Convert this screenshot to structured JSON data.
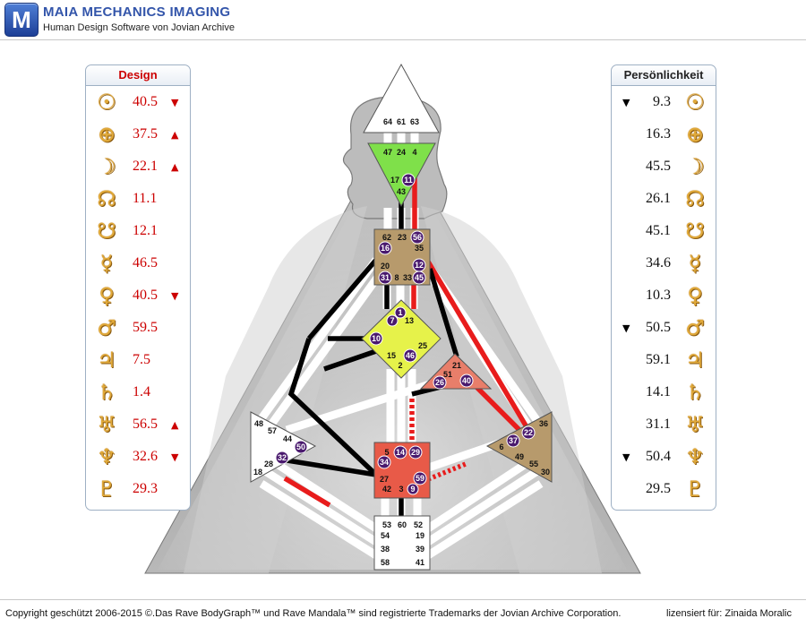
{
  "header": {
    "logo_letter": "M",
    "title": "MAIA MECHANICS IMAGING",
    "subtitle": "Human Design Software von Jovian Archive"
  },
  "design_panel": {
    "title": "Design",
    "rows": [
      {
        "icon": "sun-icon",
        "glyph": "☉",
        "value": "40.5",
        "arrow": "▼"
      },
      {
        "icon": "earth-icon",
        "glyph": "⊕",
        "value": "37.5",
        "arrow": "▲"
      },
      {
        "icon": "north-node-icon",
        "glyph": "☽",
        "value": "22.1",
        "arrow": "▲"
      },
      {
        "icon": "south-node-icon",
        "glyph": "☊",
        "value": "11.1",
        "arrow": ""
      },
      {
        "icon": "moon-icon",
        "glyph": "☋",
        "value": "12.1",
        "arrow": ""
      },
      {
        "icon": "mercury-icon",
        "glyph": "☿",
        "value": "46.5",
        "arrow": ""
      },
      {
        "icon": "venus-icon",
        "glyph": "♀",
        "value": "40.5",
        "arrow": "▼"
      },
      {
        "icon": "mars-icon",
        "glyph": "♂",
        "value": "59.5",
        "arrow": ""
      },
      {
        "icon": "jupiter-icon",
        "glyph": "♃",
        "value": "7.5",
        "arrow": ""
      },
      {
        "icon": "saturn-icon",
        "glyph": "♄",
        "value": "1.4",
        "arrow": ""
      },
      {
        "icon": "uranus-icon",
        "glyph": "♅",
        "value": "56.5",
        "arrow": "▲"
      },
      {
        "icon": "neptune-icon",
        "glyph": "♆",
        "value": "32.6",
        "arrow": "▼"
      },
      {
        "icon": "pluto-icon",
        "glyph": "♇",
        "value": "29.3",
        "arrow": ""
      }
    ]
  },
  "personality_panel": {
    "title": "Persönlichkeit",
    "rows": [
      {
        "icon": "sun-icon",
        "glyph": "☉",
        "value": "9.3",
        "arrow": "▼"
      },
      {
        "icon": "earth-icon",
        "glyph": "⊕",
        "value": "16.3",
        "arrow": ""
      },
      {
        "icon": "north-node-icon",
        "glyph": "☽",
        "value": "45.5",
        "arrow": ""
      },
      {
        "icon": "south-node-icon",
        "glyph": "☊",
        "value": "26.1",
        "arrow": ""
      },
      {
        "icon": "moon-icon",
        "glyph": "☋",
        "value": "45.1",
        "arrow": ""
      },
      {
        "icon": "mercury-icon",
        "glyph": "☿",
        "value": "34.6",
        "arrow": ""
      },
      {
        "icon": "venus-icon",
        "glyph": "♀",
        "value": "10.3",
        "arrow": ""
      },
      {
        "icon": "mars-icon",
        "glyph": "♂",
        "value": "50.5",
        "arrow": "▼"
      },
      {
        "icon": "jupiter-icon",
        "glyph": "♃",
        "value": "59.1",
        "arrow": ""
      },
      {
        "icon": "saturn-icon",
        "glyph": "♄",
        "value": "14.1",
        "arrow": ""
      },
      {
        "icon": "uranus-icon",
        "glyph": "♅",
        "value": "31.1",
        "arrow": ""
      },
      {
        "icon": "neptune-icon",
        "glyph": "♆",
        "value": "50.4",
        "arrow": "▼"
      },
      {
        "icon": "pluto-icon",
        "glyph": "♇",
        "value": "29.5",
        "arrow": ""
      }
    ]
  },
  "bodygraph": {
    "colors": {
      "head": "#ffffff",
      "ajna": "#7fe04a",
      "throat": "#b79a6c",
      "g_center": "#e6f24a",
      "heart": "#e87e6a",
      "sacral": "#e85a48",
      "spleen": "#ffffff",
      "solar_plexus": "#b79a6c",
      "root": "#ffffff",
      "design_red": "#e81c1c",
      "personality_black": "#000000",
      "marker": "#4a1a6e"
    },
    "centers": {
      "head": {
        "gates": [
          "64",
          "61",
          "63"
        ]
      },
      "ajna": {
        "gates": [
          "47",
          "24",
          "4",
          "17",
          "11",
          "43"
        ],
        "marked": [
          "11"
        ]
      },
      "throat": {
        "gates": [
          "62",
          "23",
          "56",
          "16",
          "35",
          "20",
          "12",
          "31",
          "8",
          "33",
          "45"
        ],
        "marked": [
          "56",
          "16",
          "12",
          "31",
          "45"
        ]
      },
      "g_center": {
        "gates": [
          "1",
          "7",
          "13",
          "10",
          "25",
          "15",
          "46",
          "2"
        ],
        "marked": [
          "1",
          "7",
          "10",
          "46"
        ]
      },
      "heart": {
        "gates": [
          "21",
          "51",
          "26",
          "40"
        ],
        "marked": [
          "26",
          "40"
        ]
      },
      "spleen": {
        "gates": [
          "48",
          "57",
          "44",
          "50",
          "32",
          "28",
          "18"
        ],
        "marked": [
          "50",
          "32"
        ]
      },
      "sacral": {
        "gates": [
          "5",
          "14",
          "29",
          "34",
          "59",
          "27",
          "42",
          "3",
          "9"
        ],
        "marked": [
          "14",
          "29",
          "34",
          "59",
          "9"
        ]
      },
      "solar_plexus": {
        "gates": [
          "36",
          "22",
          "37",
          "6",
          "49",
          "55",
          "30"
        ],
        "marked": [
          "22",
          "37"
        ]
      },
      "root": {
        "gates": [
          "53",
          "60",
          "52",
          "54",
          "19",
          "38",
          "39",
          "58",
          "41"
        ]
      }
    }
  },
  "footer": {
    "copyright": "Copyright geschützt 2006-2015 ©.Das Rave BodyGraph™ und Rave Mandala™ sind registrierte Trademarks der Jovian Archive Corporation.",
    "license": "lizensiert für: Zinaida Moralic"
  }
}
